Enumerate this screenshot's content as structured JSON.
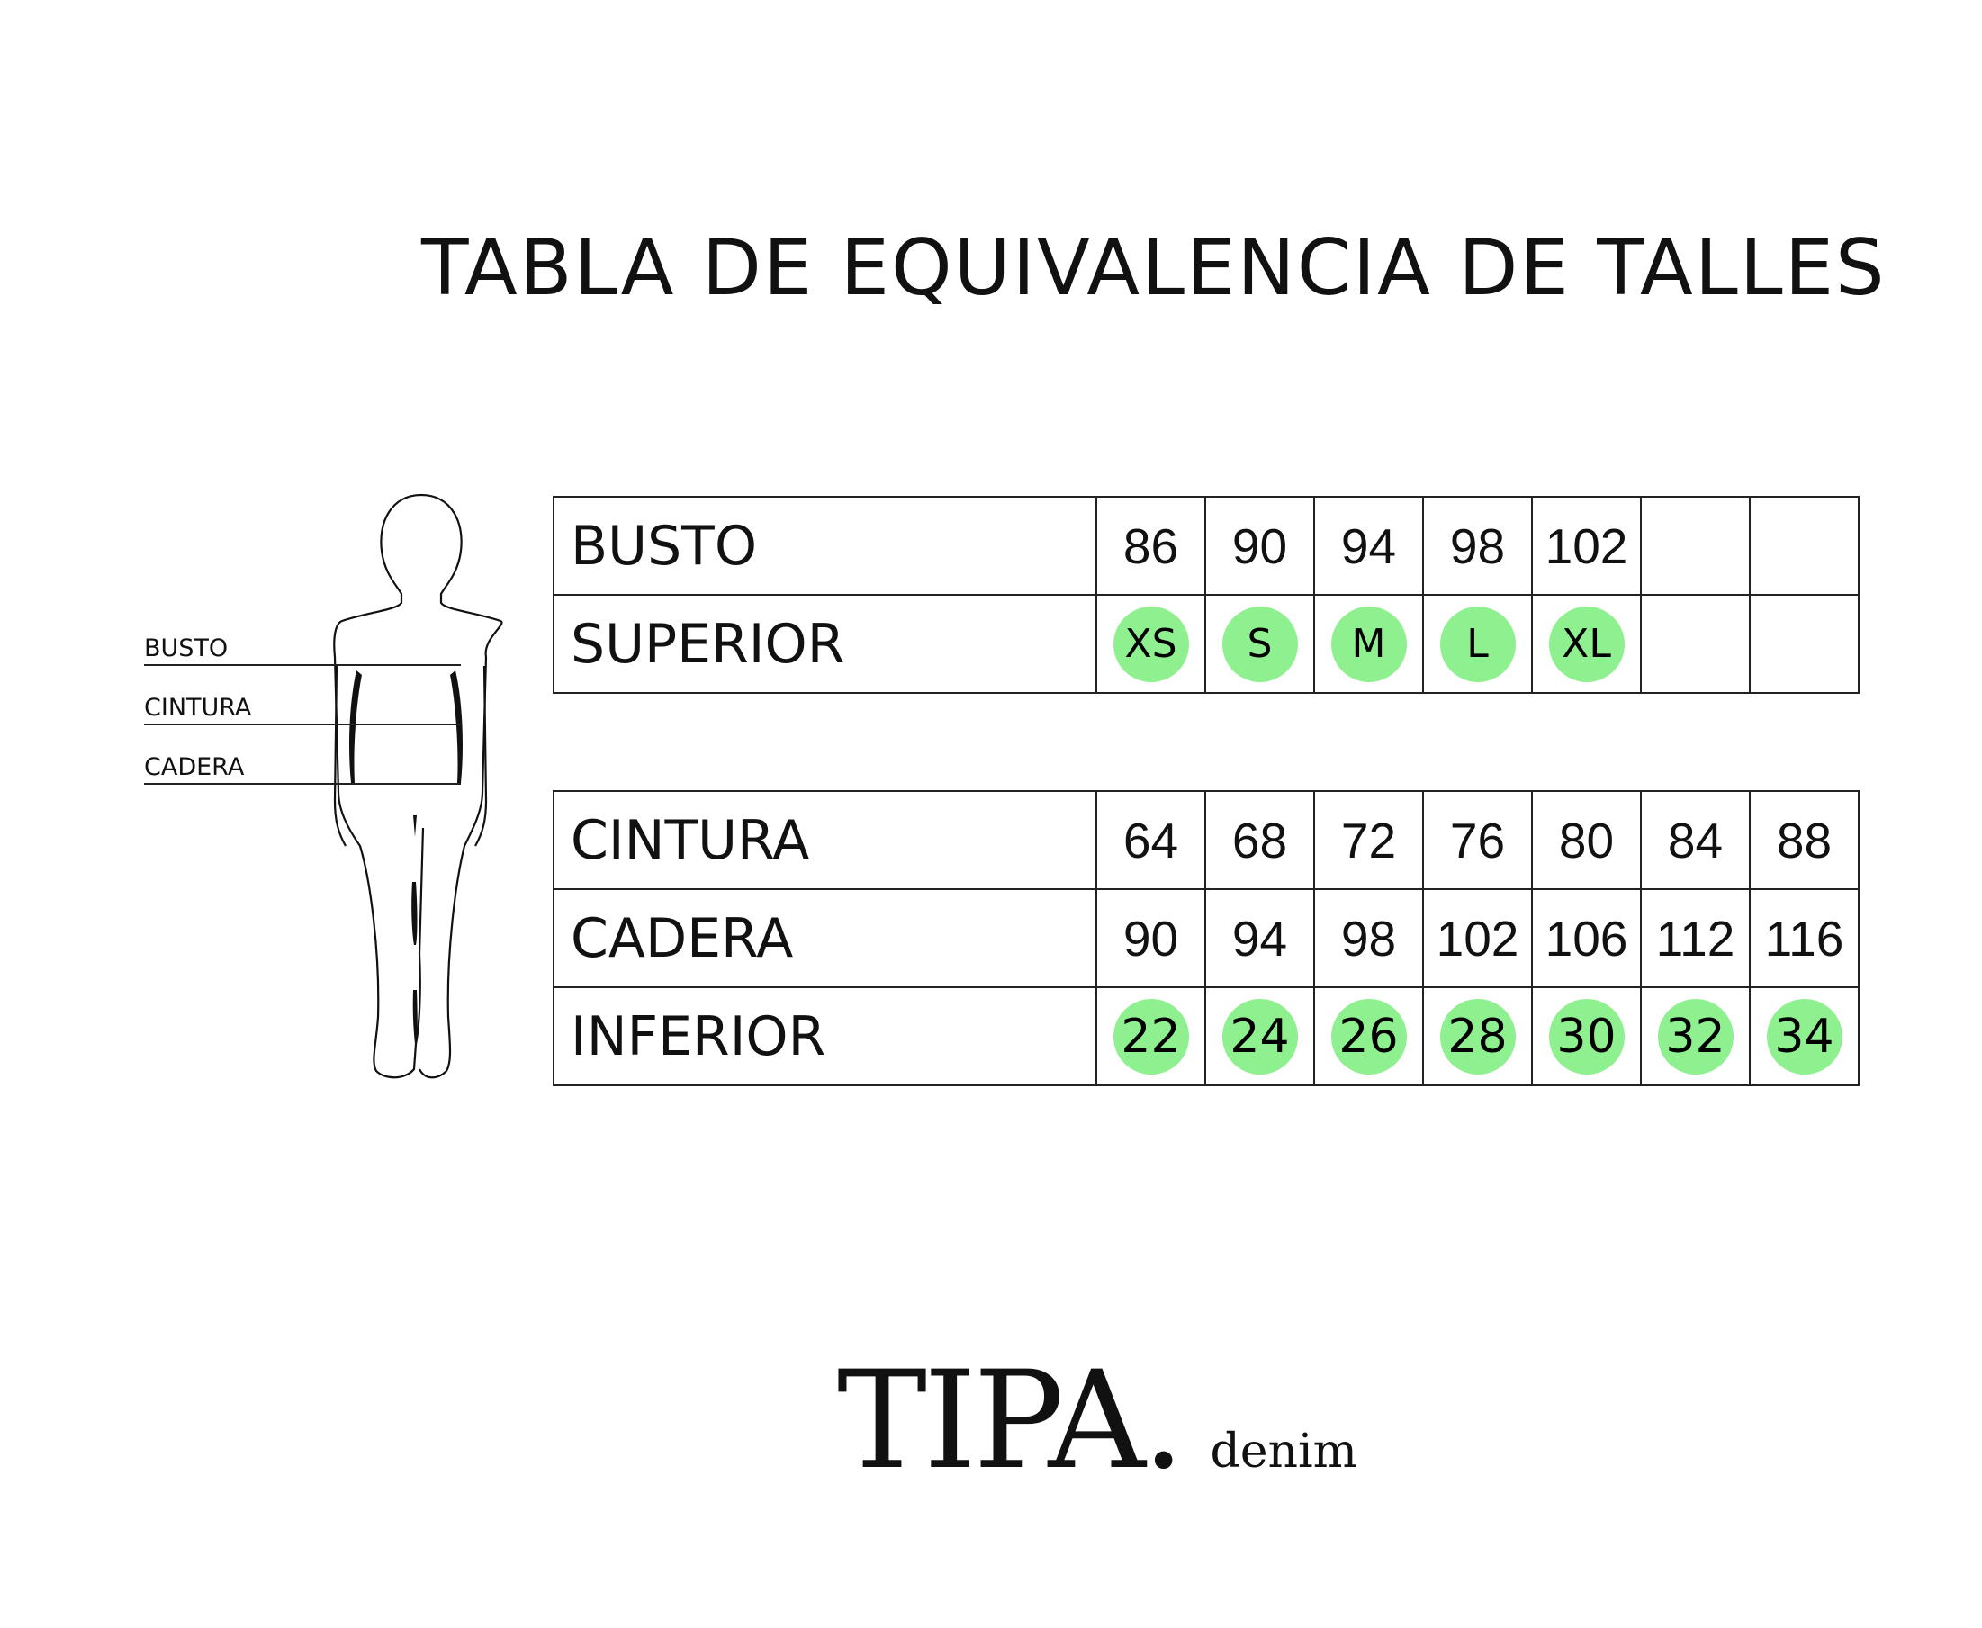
{
  "title": "TABLA DE EQUIVALENCIA DE TALLES",
  "figure": {
    "labels": [
      "BUSTO",
      "CINTURA",
      "CADERA"
    ]
  },
  "colors": {
    "chip": "#8ff08f",
    "border": "#222222",
    "text": "#111111"
  },
  "top_table": {
    "rows": [
      {
        "label": "BUSTO",
        "values": [
          "86",
          "90",
          "94",
          "98",
          "102",
          "",
          ""
        ]
      },
      {
        "label": "SUPERIOR",
        "sizes": [
          "XS",
          "S",
          "M",
          "L",
          "XL",
          "",
          ""
        ]
      }
    ]
  },
  "bottom_table": {
    "rows": [
      {
        "label": "CINTURA",
        "values": [
          "64",
          "68",
          "72",
          "76",
          "80",
          "84",
          "88"
        ]
      },
      {
        "label": "CADERA",
        "values": [
          "90",
          "94",
          "98",
          "102",
          "106",
          "112",
          "116"
        ]
      },
      {
        "label": "INFERIOR",
        "sizes": [
          "22",
          "24",
          "26",
          "28",
          "30",
          "32",
          "34"
        ]
      }
    ]
  },
  "logo": {
    "brand": "TIPA",
    "dot": ".",
    "sub": "denim"
  }
}
